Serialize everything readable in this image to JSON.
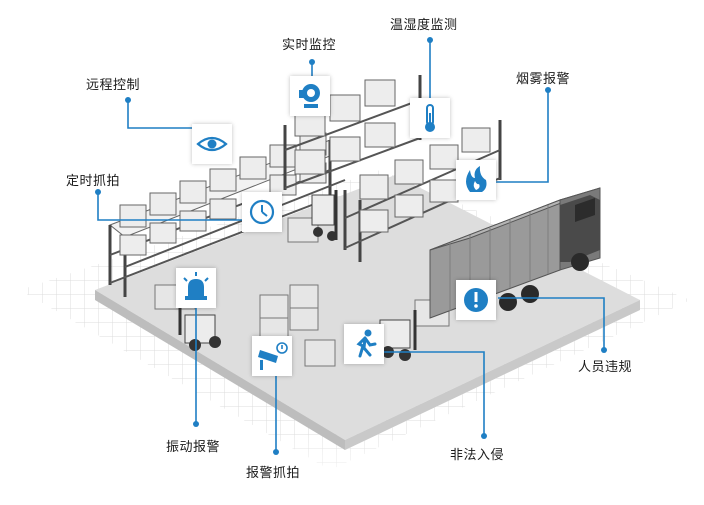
{
  "colors": {
    "accent": "#1f7fc4",
    "grid": "#d8d8d8",
    "floor": "#dcdcdc",
    "box": "#e9e9e9",
    "rack": "#555555",
    "truck": "#4a4a4a"
  },
  "labels": {
    "remote_control": "远程控制",
    "realtime_monitor": "实时监控",
    "temp_humidity": "温湿度监测",
    "smoke_alarm": "烟雾报警",
    "timed_capture": "定时抓拍",
    "personnel_violation": "人员违规",
    "vibration_alarm": "振动报警",
    "alarm_capture": "报警抓拍",
    "illegal_intrusion": "非法入侵"
  },
  "icons": {
    "remote_control": "eye-icon",
    "realtime_monitor": "webcam-icon",
    "temp_humidity": "thermometer-icon",
    "smoke_alarm": "fire-icon",
    "timed_capture": "clock-icon",
    "personnel_violation": "warning-badge-icon",
    "vibration_alarm": "siren-icon",
    "alarm_capture": "cctv-camera-icon",
    "illegal_intrusion": "running-person-icon"
  }
}
